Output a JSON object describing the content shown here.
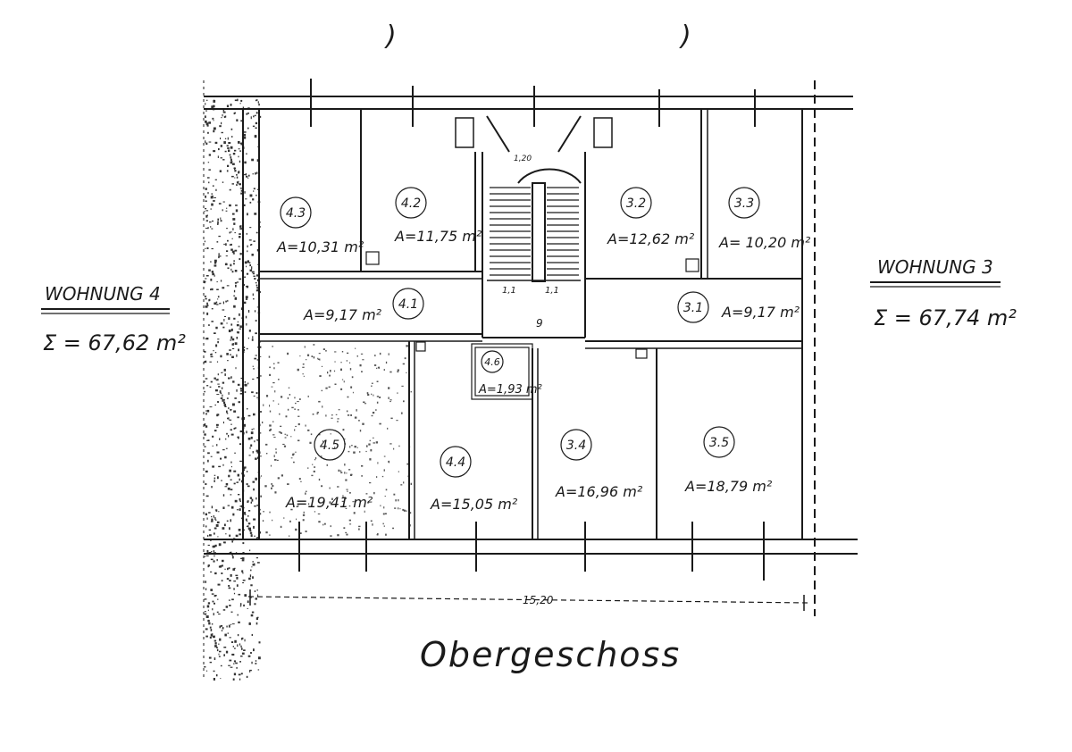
{
  "title": "Obergeschoss",
  "dimension": "15,20",
  "stair_labels": {
    "top": "1,20",
    "mid_left": "1,1",
    "mid_right": "1,1",
    "bottom": "9"
  },
  "apartments": [
    {
      "name": "WOHNUNG 4",
      "sum": "Σ = 67,62 m²"
    },
    {
      "name": "WOHNUNG 3",
      "sum": "Σ = 67,74 m²"
    }
  ],
  "rooms": [
    {
      "id": "4.3",
      "area": "A=10,31 m²"
    },
    {
      "id": "4.2",
      "area": "A=11,75 m²"
    },
    {
      "id": "3.2",
      "area": "A=12,62 m²"
    },
    {
      "id": "3.3",
      "area": "A= 10,20 m²"
    },
    {
      "id": "4.1",
      "area": "A=9,17 m²"
    },
    {
      "id": "3.1",
      "area": "A=9,17 m²"
    },
    {
      "id": "4.6",
      "area": "A=1,93 m²"
    },
    {
      "id": "4.5",
      "area": "A=19,41 m²"
    },
    {
      "id": "4.4",
      "area": "A=15,05 m²"
    },
    {
      "id": "3.4",
      "area": "A=16,96 m²"
    },
    {
      "id": "3.5",
      "area": "A=18,79 m²"
    }
  ]
}
